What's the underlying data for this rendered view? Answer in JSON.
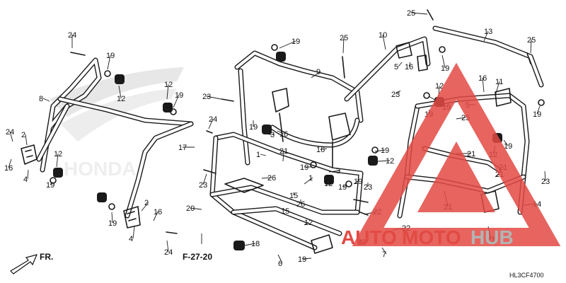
{
  "diagram": {
    "callouts": [
      {
        "id": "c25a",
        "text": "25"
      },
      {
        "id": "c13",
        "text": "13"
      },
      {
        "id": "c25b",
        "text": "25"
      },
      {
        "id": "c19a",
        "text": "19"
      },
      {
        "id": "c10",
        "text": "10"
      },
      {
        "id": "c25c",
        "text": "25"
      },
      {
        "id": "c5a",
        "text": "5"
      },
      {
        "id": "c16a",
        "text": "16"
      },
      {
        "id": "c19b",
        "text": "19"
      },
      {
        "id": "c24a",
        "text": "24"
      },
      {
        "id": "c19c",
        "text": "19"
      },
      {
        "id": "c12a",
        "text": "12"
      },
      {
        "id": "c19d",
        "text": "19"
      },
      {
        "id": "c12b",
        "text": "12"
      },
      {
        "id": "c9",
        "text": "9"
      },
      {
        "id": "c8",
        "text": "8"
      },
      {
        "id": "c12c",
        "text": "12"
      },
      {
        "id": "c19e",
        "text": "19"
      },
      {
        "id": "c23a",
        "text": "23"
      },
      {
        "id": "c24b",
        "text": "24"
      },
      {
        "id": "c19f",
        "text": "19"
      },
      {
        "id": "c3a",
        "text": "3"
      },
      {
        "id": "c16b",
        "text": "16"
      },
      {
        "id": "c23b",
        "text": "23"
      },
      {
        "id": "c12d",
        "text": "12"
      },
      {
        "id": "c19g",
        "text": "19"
      },
      {
        "id": "c16c",
        "text": "16"
      },
      {
        "id": "c11",
        "text": "11"
      },
      {
        "id": "c5b",
        "text": "5"
      },
      {
        "id": "c25d",
        "text": "25"
      },
      {
        "id": "c19h",
        "text": "19"
      },
      {
        "id": "c24c",
        "text": "24"
      },
      {
        "id": "c2a",
        "text": "2"
      },
      {
        "id": "c16d",
        "text": "16"
      },
      {
        "id": "c4a",
        "text": "4"
      },
      {
        "id": "c12e",
        "text": "12"
      },
      {
        "id": "c19i",
        "text": "19"
      },
      {
        "id": "c17",
        "text": "17"
      },
      {
        "id": "c1a",
        "text": "1"
      },
      {
        "id": "c21a",
        "text": "21"
      },
      {
        "id": "c16e",
        "text": "16"
      },
      {
        "id": "c19j",
        "text": "19"
      },
      {
        "id": "c12f",
        "text": "12"
      },
      {
        "id": "c21b",
        "text": "21"
      },
      {
        "id": "c12g",
        "text": "12"
      },
      {
        "id": "c19k",
        "text": "19"
      },
      {
        "id": "c19l",
        "text": "19"
      },
      {
        "id": "c3b",
        "text": "3"
      },
      {
        "id": "c21c",
        "text": "21"
      },
      {
        "id": "c23c",
        "text": "23"
      },
      {
        "id": "c12h",
        "text": "12"
      },
      {
        "id": "c23d",
        "text": "23"
      },
      {
        "id": "c26a",
        "text": "26"
      },
      {
        "id": "c1b",
        "text": "1"
      },
      {
        "id": "c19m",
        "text": "19"
      },
      {
        "id": "c23e",
        "text": "23"
      },
      {
        "id": "c21d",
        "text": "21"
      },
      {
        "id": "c14",
        "text": "14"
      },
      {
        "id": "c20",
        "text": "20"
      },
      {
        "id": "c15a",
        "text": "15"
      },
      {
        "id": "c15b",
        "text": "15"
      },
      {
        "id": "c26b",
        "text": "26"
      },
      {
        "id": "c22a",
        "text": "22"
      },
      {
        "id": "c2b",
        "text": "2"
      },
      {
        "id": "c16f",
        "text": "16"
      },
      {
        "id": "c19n",
        "text": "19"
      },
      {
        "id": "c4b",
        "text": "4"
      },
      {
        "id": "c22b",
        "text": "22"
      },
      {
        "id": "c24d",
        "text": "24"
      },
      {
        "id": "c18",
        "text": "18"
      },
      {
        "id": "c21e",
        "text": "21"
      },
      {
        "id": "c23f",
        "text": "23"
      },
      {
        "id": "c7",
        "text": "7"
      },
      {
        "id": "c6",
        "text": "6"
      },
      {
        "id": "c19o",
        "text": "19"
      },
      {
        "id": "c12i",
        "text": "12"
      },
      {
        "id": "c19p",
        "text": "19"
      },
      {
        "id": "c21f",
        "text": "21"
      }
    ],
    "reference": "F-27-20",
    "direction_label": "FR.",
    "diagram_code": "HL3CF4700",
    "background_logo_text": "HONDA"
  },
  "watermark": {
    "brand_part1": "AUTO",
    "brand_part2": "MOTO",
    "brand_part3": "HUB",
    "colors": {
      "red": "#e34a44",
      "grey": "#b3b3b3"
    }
  }
}
